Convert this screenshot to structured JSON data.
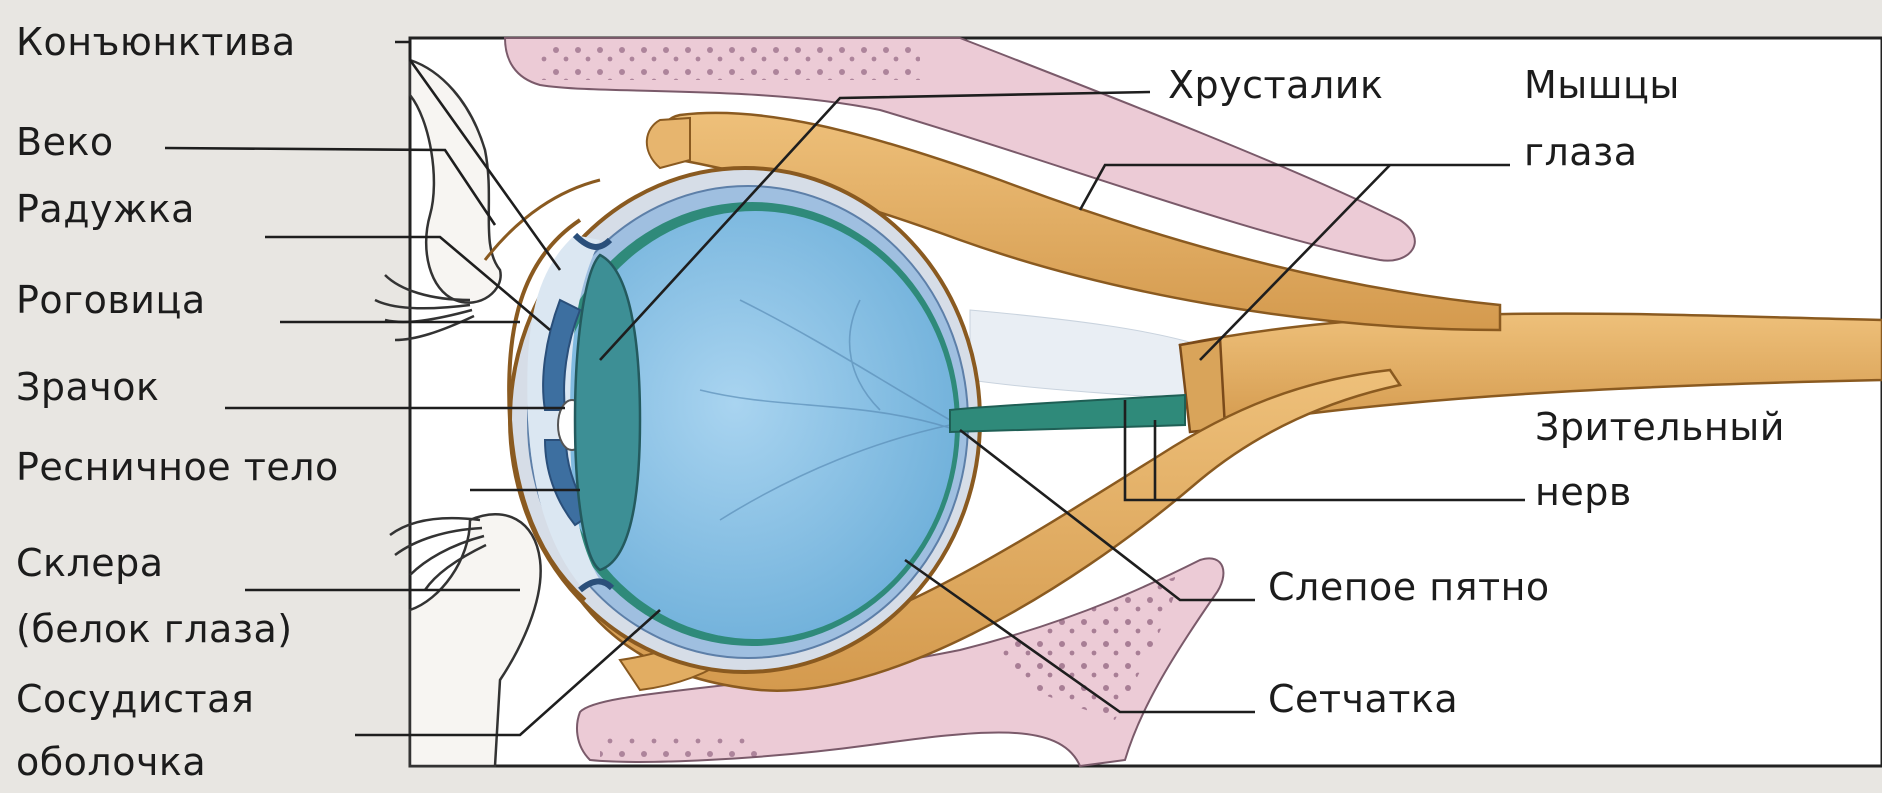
{
  "diagram": {
    "labels": {
      "conjunctiva": "Конъюнктива",
      "eyelid": "Веко",
      "iris": "Радужка",
      "cornea": "Роговица",
      "pupil": "Зрачок",
      "ciliary_body": "Ресничное тело",
      "sclera_1": "Склера",
      "sclera_2": "(белок глаза)",
      "choroid_1": "Сосудистая",
      "choroid_2": "оболочка",
      "lens": "Хрусталик",
      "muscles_1": "Мышцы",
      "muscles_2": "глаза",
      "optic_nerve_1": "Зрительный",
      "optic_nerve_2": "нерв",
      "blind_spot": "Слепое пятно",
      "retina": "Сетчатка"
    },
    "colors": {
      "background": "#e8e6e2",
      "panel": "#ffffff",
      "vitreous": "#8fc3e6",
      "choroid": "#9fbfe0",
      "retina": "#2f8a7a",
      "muscle": "#e0b068",
      "bone": "#eccbd6",
      "lens": "#3d8f95"
    }
  }
}
